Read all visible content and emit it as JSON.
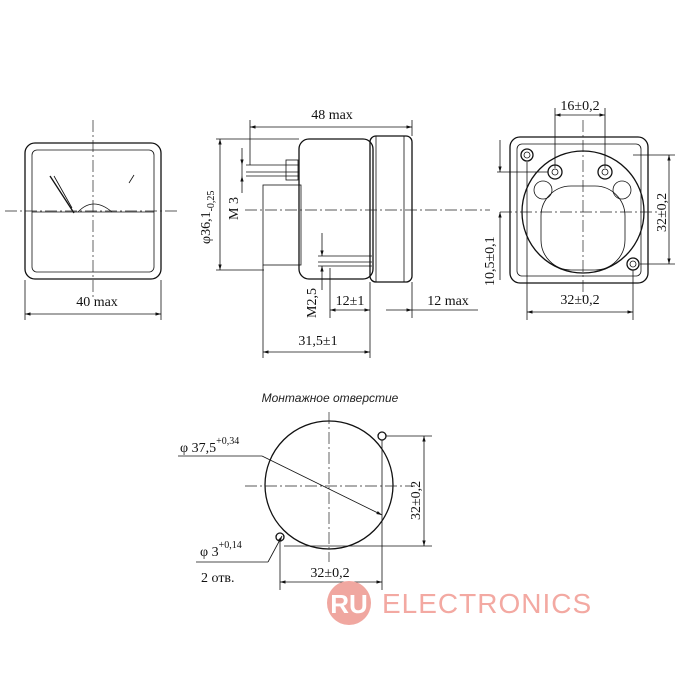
{
  "front_view": {
    "width_label": "40 max"
  },
  "side_view": {
    "length_label": "48 max",
    "diameter_label": "φ36,1",
    "diameter_tol": "-0,25",
    "thread_m3": "M 3",
    "thread_m25": "M2,5",
    "dim_12": "12±1",
    "dim_12max": "12 max",
    "dim_315": "31,5±1"
  },
  "rear_view": {
    "top_label": "16±0,2",
    "right_label": "32±0,2",
    "left_label": "10,5±0,1",
    "bottom_label": "32±0,2"
  },
  "cutout": {
    "title": "Монтажное отверстие",
    "diameter_label": "φ 37,5",
    "diameter_tol": "+0,34",
    "hole_label": "φ 3",
    "hole_tol": "+0,14",
    "hole_count": "2 отв.",
    "height_label": "32±0,2",
    "width_label": "32±0,2"
  },
  "watermark": {
    "badge": "RU",
    "text": "ELECTRONICS"
  }
}
